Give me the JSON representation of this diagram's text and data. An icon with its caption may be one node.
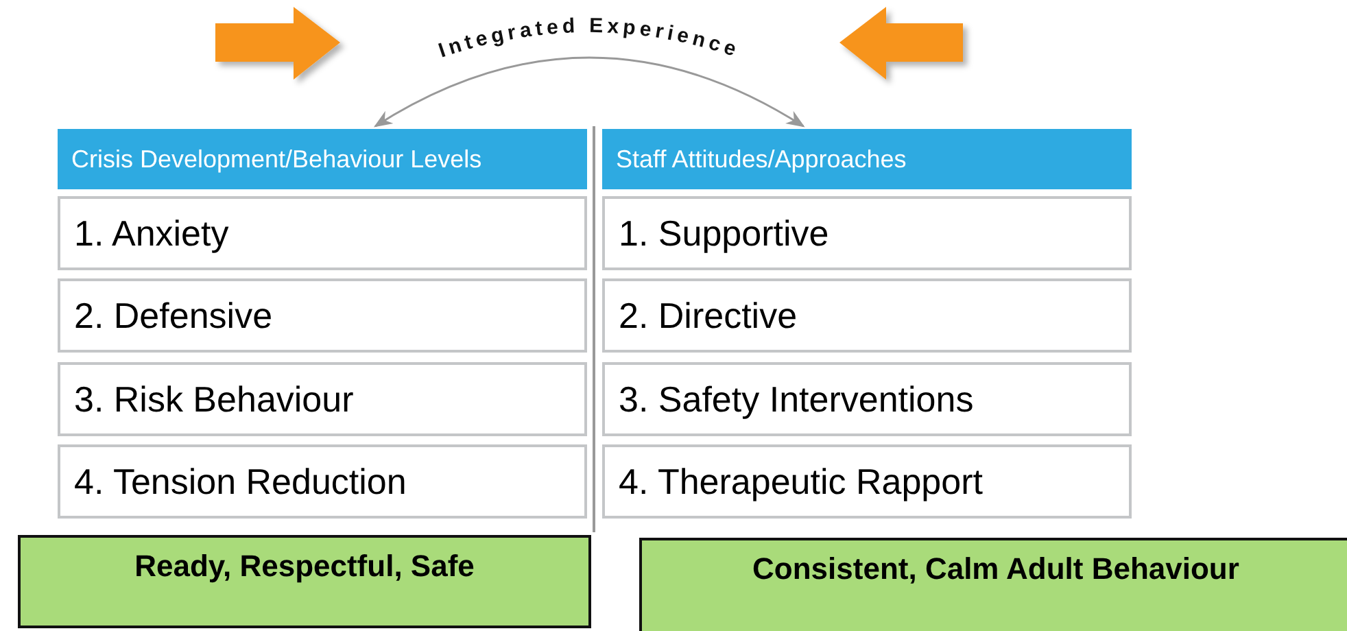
{
  "diagram": {
    "nodes": [
      {
        "text": [
          "Crisis Development/Behaviour Levels"
        ]
      },
      {
        "text": [
          "1. Anxiety"
        ]
      },
      {
        "text": [
          "2. Defensive"
        ]
      },
      {
        "text": [
          "3. Risk Behaviour"
        ]
      },
      {
        "text": [
          "4. Tension Reduction"
        ]
      },
      {
        "text": [
          "Staff Attitudes/Approaches"
        ]
      },
      {
        "text": [
          "1. Supportive"
        ]
      },
      {
        "text": [
          "2. Directive"
        ]
      },
      {
        "text": [
          "3. Safety Interventions"
        ]
      },
      {
        "text": [
          "4. Therapeutic Rapport"
        ]
      },
      {
        "text": [
          "Ready, Respectful, Safe"
        ]
      },
      {
        "text": [
          "Consistent, Calm Adult Behaviour"
        ]
      }
    ],
    "edges": [
      {
        "from": 0,
        "to": 5,
        "arrow": "both",
        "label": "Integrated Experience"
      }
    ]
  }
}
